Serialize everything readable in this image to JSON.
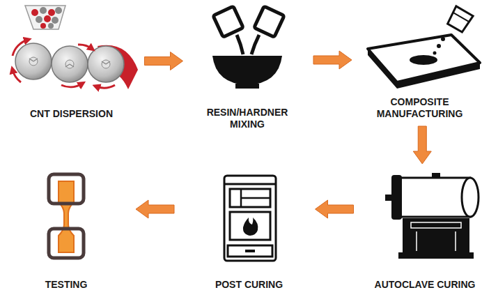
{
  "diagram": {
    "nodes": [
      {
        "text": [
          "CNT DISPERSION"
        ]
      },
      {
        "text": [
          "RESIN/HARDNER MIXING"
        ]
      },
      {
        "text": [
          "COMPOSITE MANUFACTURING"
        ]
      },
      {
        "text": [
          "AUTOCLAVE CURING"
        ]
      },
      {
        "text": [
          "POST CURING"
        ]
      },
      {
        "text": [
          "TESTING"
        ]
      }
    ],
    "edges": [
      {
        "from": 0,
        "to": 1,
        "arrow": "to"
      },
      {
        "from": 1,
        "to": 2,
        "arrow": "to"
      },
      {
        "from": 2,
        "to": 3,
        "arrow": "to"
      },
      {
        "from": 3,
        "to": 4,
        "arrow": "to"
      },
      {
        "from": 4,
        "to": 5,
        "arrow": "to"
      }
    ]
  }
}
